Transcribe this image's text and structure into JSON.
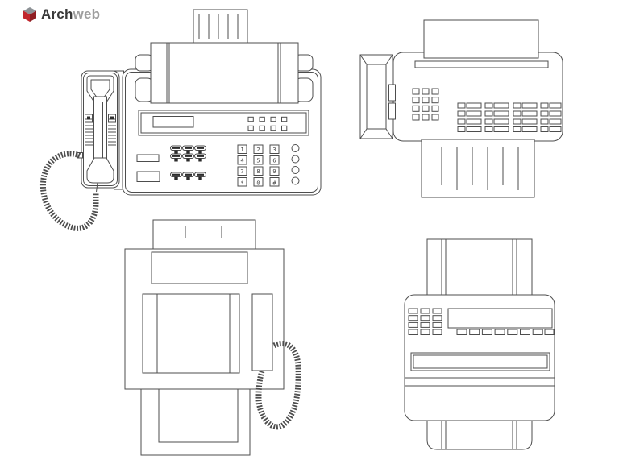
{
  "page": {
    "background_color": "#ffffff",
    "line_color": "#4d4d4d"
  },
  "logo": {
    "brand_primary": "Arch",
    "brand_secondary": "web",
    "accent_red": "#c1272d",
    "icon": "archweb-cube-icon"
  },
  "drawings": {
    "fax_front_view": {
      "label": "fax-front-view-with-handset",
      "keypad_keys": [
        "1",
        "2",
        "3",
        "4",
        "5",
        "6",
        "7",
        "8",
        "9",
        "*",
        "0",
        "#"
      ]
    },
    "fax_top_view_handset_left": {
      "label": "fax-top-view-handset-left"
    },
    "fax_top_view_handset_right": {
      "label": "fax-top-view-handset-right"
    },
    "fax_top_view_control_panel": {
      "label": "fax-top-view-control-panel"
    }
  }
}
